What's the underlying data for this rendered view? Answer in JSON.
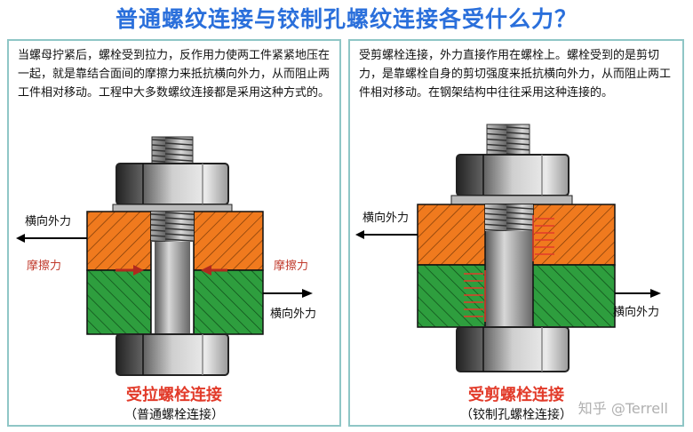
{
  "title": "普通螺纹连接与铰制孔螺纹连接各受什么力？",
  "left_panel": {
    "description": "当螺母拧紧后，螺栓受到拉力，反作用力使两工件紧紧地压在一起，就是靠结合面间的摩擦力来抵抗横向外力，从而阻止两工件相对移动。工程中大多数螺纹连接都是采用这种方式的。",
    "label_top_arrow": "横向外力",
    "label_friction_left": "摩擦力",
    "label_friction_right": "摩擦力",
    "label_bottom_arrow": "横向外力",
    "caption": "受拉螺栓连接",
    "subcaption": "（普通螺栓连接）"
  },
  "right_panel": {
    "description": "受剪螺栓连接，外力直接作用在螺栓上。螺栓受到的是剪切力，是靠螺栓自身的剪切强度来抵抗横向外力，从而阻止两工件相对移动。在钢架结构中往往采用这种连接的。",
    "label_top_arrow": "横向外力",
    "label_bottom_arrow": "横向外力",
    "caption": "受剪螺栓连接",
    "subcaption": "（铰制孔螺栓连接）"
  },
  "watermark": "知乎 @Terrell",
  "colors": {
    "title": "#2a6fdb",
    "orange_plate": "#f07a1e",
    "green_plate": "#2e9e3e",
    "bolt_gray": "#8c8c8c",
    "caption_red": "#e23b2a"
  }
}
